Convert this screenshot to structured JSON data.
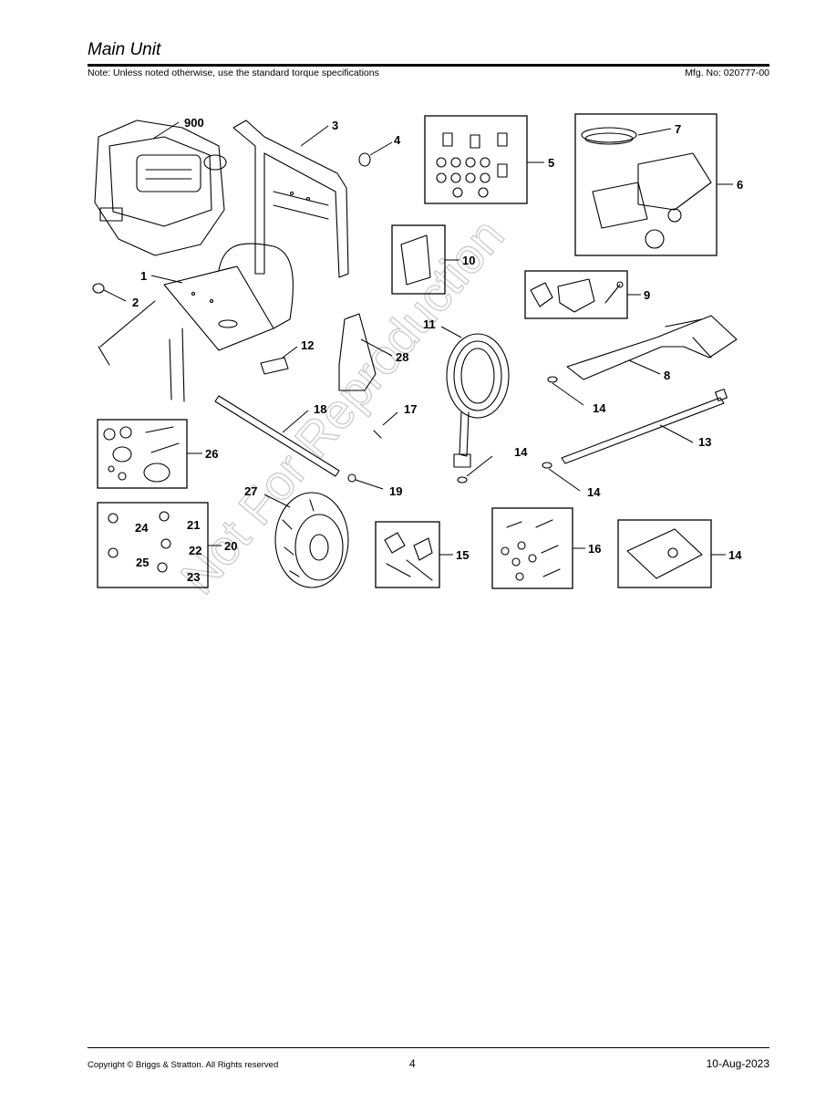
{
  "header": {
    "title": "Main Unit",
    "note": "Note: Unless noted otherwise, use the standard torque specifications",
    "mfg_no": "Mfg. No: 020777-00"
  },
  "watermark": "Not For Reproduction",
  "callouts": {
    "c900": "900",
    "c1": "1",
    "c2": "2",
    "c3": "3",
    "c4": "4",
    "c5": "5",
    "c6": "6",
    "c7": "7",
    "c8": "8",
    "c9": "9",
    "c10": "10",
    "c11": "11",
    "c12": "12",
    "c13": "13",
    "c14a": "14",
    "c14b": "14",
    "c14c": "14",
    "c14d": "14",
    "c15": "15",
    "c16": "16",
    "c17": "17",
    "c18": "18",
    "c19": "19",
    "c20": "20",
    "c21": "21",
    "c22": "22",
    "c23": "23",
    "c24": "24",
    "c25": "25",
    "c26": "26",
    "c27": "27",
    "c28": "28"
  },
  "footer": {
    "copyright": "Copyright ©  Briggs & Stratton. All Rights reserved",
    "page": "4",
    "date": "10-Aug-2023"
  }
}
